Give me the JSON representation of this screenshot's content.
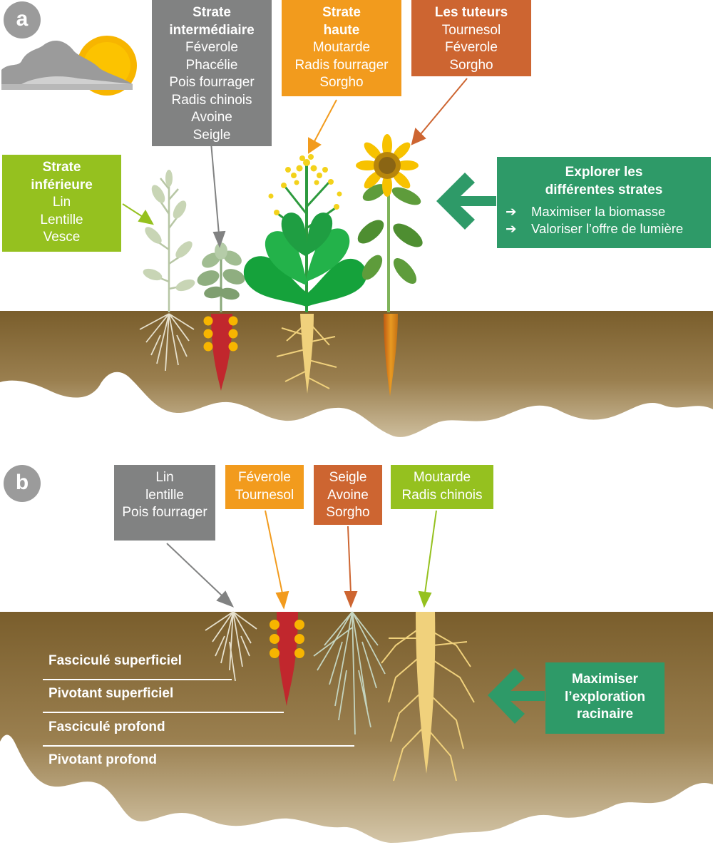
{
  "panel_a": {
    "badge": "a",
    "strate_intermediaire": {
      "title": "Strate intermédiaire",
      "items": [
        "Féverole",
        "Phacélie",
        "Pois fourrager",
        "Radis chinois",
        "Avoine",
        "Seigle"
      ]
    },
    "strate_haute": {
      "title": "Strate haute",
      "items": [
        "Moutarde",
        "Radis fourrager",
        "Sorgho"
      ]
    },
    "tuteurs": {
      "title": "Les tuteurs",
      "items": [
        "Tournesol",
        "Féverole",
        "Sorgho"
      ]
    },
    "strate_inferieure": {
      "title": "Strate inférieure",
      "items": [
        "Lin",
        "Lentille",
        "Vesce"
      ]
    },
    "explorer": {
      "title": "Explorer les différentes strates",
      "points": [
        "Maximiser la biomasse",
        "Valoriser l’offre de lumière"
      ]
    }
  },
  "panel_b": {
    "badge": "b",
    "groups": [
      {
        "items": [
          "Lin",
          "lentille",
          "Pois fourrager"
        ],
        "color": "#818282"
      },
      {
        "items": [
          "Féverole",
          "Tournesol"
        ],
        "color": "#f29b1d"
      },
      {
        "items": [
          "Seigle",
          "Avoine",
          "Sorgho"
        ],
        "color": "#cd6531"
      },
      {
        "items": [
          "Moutarde",
          "Radis chinois"
        ],
        "color": "#95c11f"
      }
    ],
    "root_types": [
      "Fasciculé superficiel",
      "Pivotant superficiel",
      "Fasciculé profond",
      "Pivotant profond"
    ],
    "maximiser": "Maximiser l’exploration racinaire"
  },
  "colors": {
    "gray": "#818282",
    "orange": "#f29b1d",
    "rust": "#cd6531",
    "lime": "#95c11f",
    "green": "#2e9a68",
    "soil_dark": "#7a5e2c",
    "soil_light": "#c9b896"
  }
}
